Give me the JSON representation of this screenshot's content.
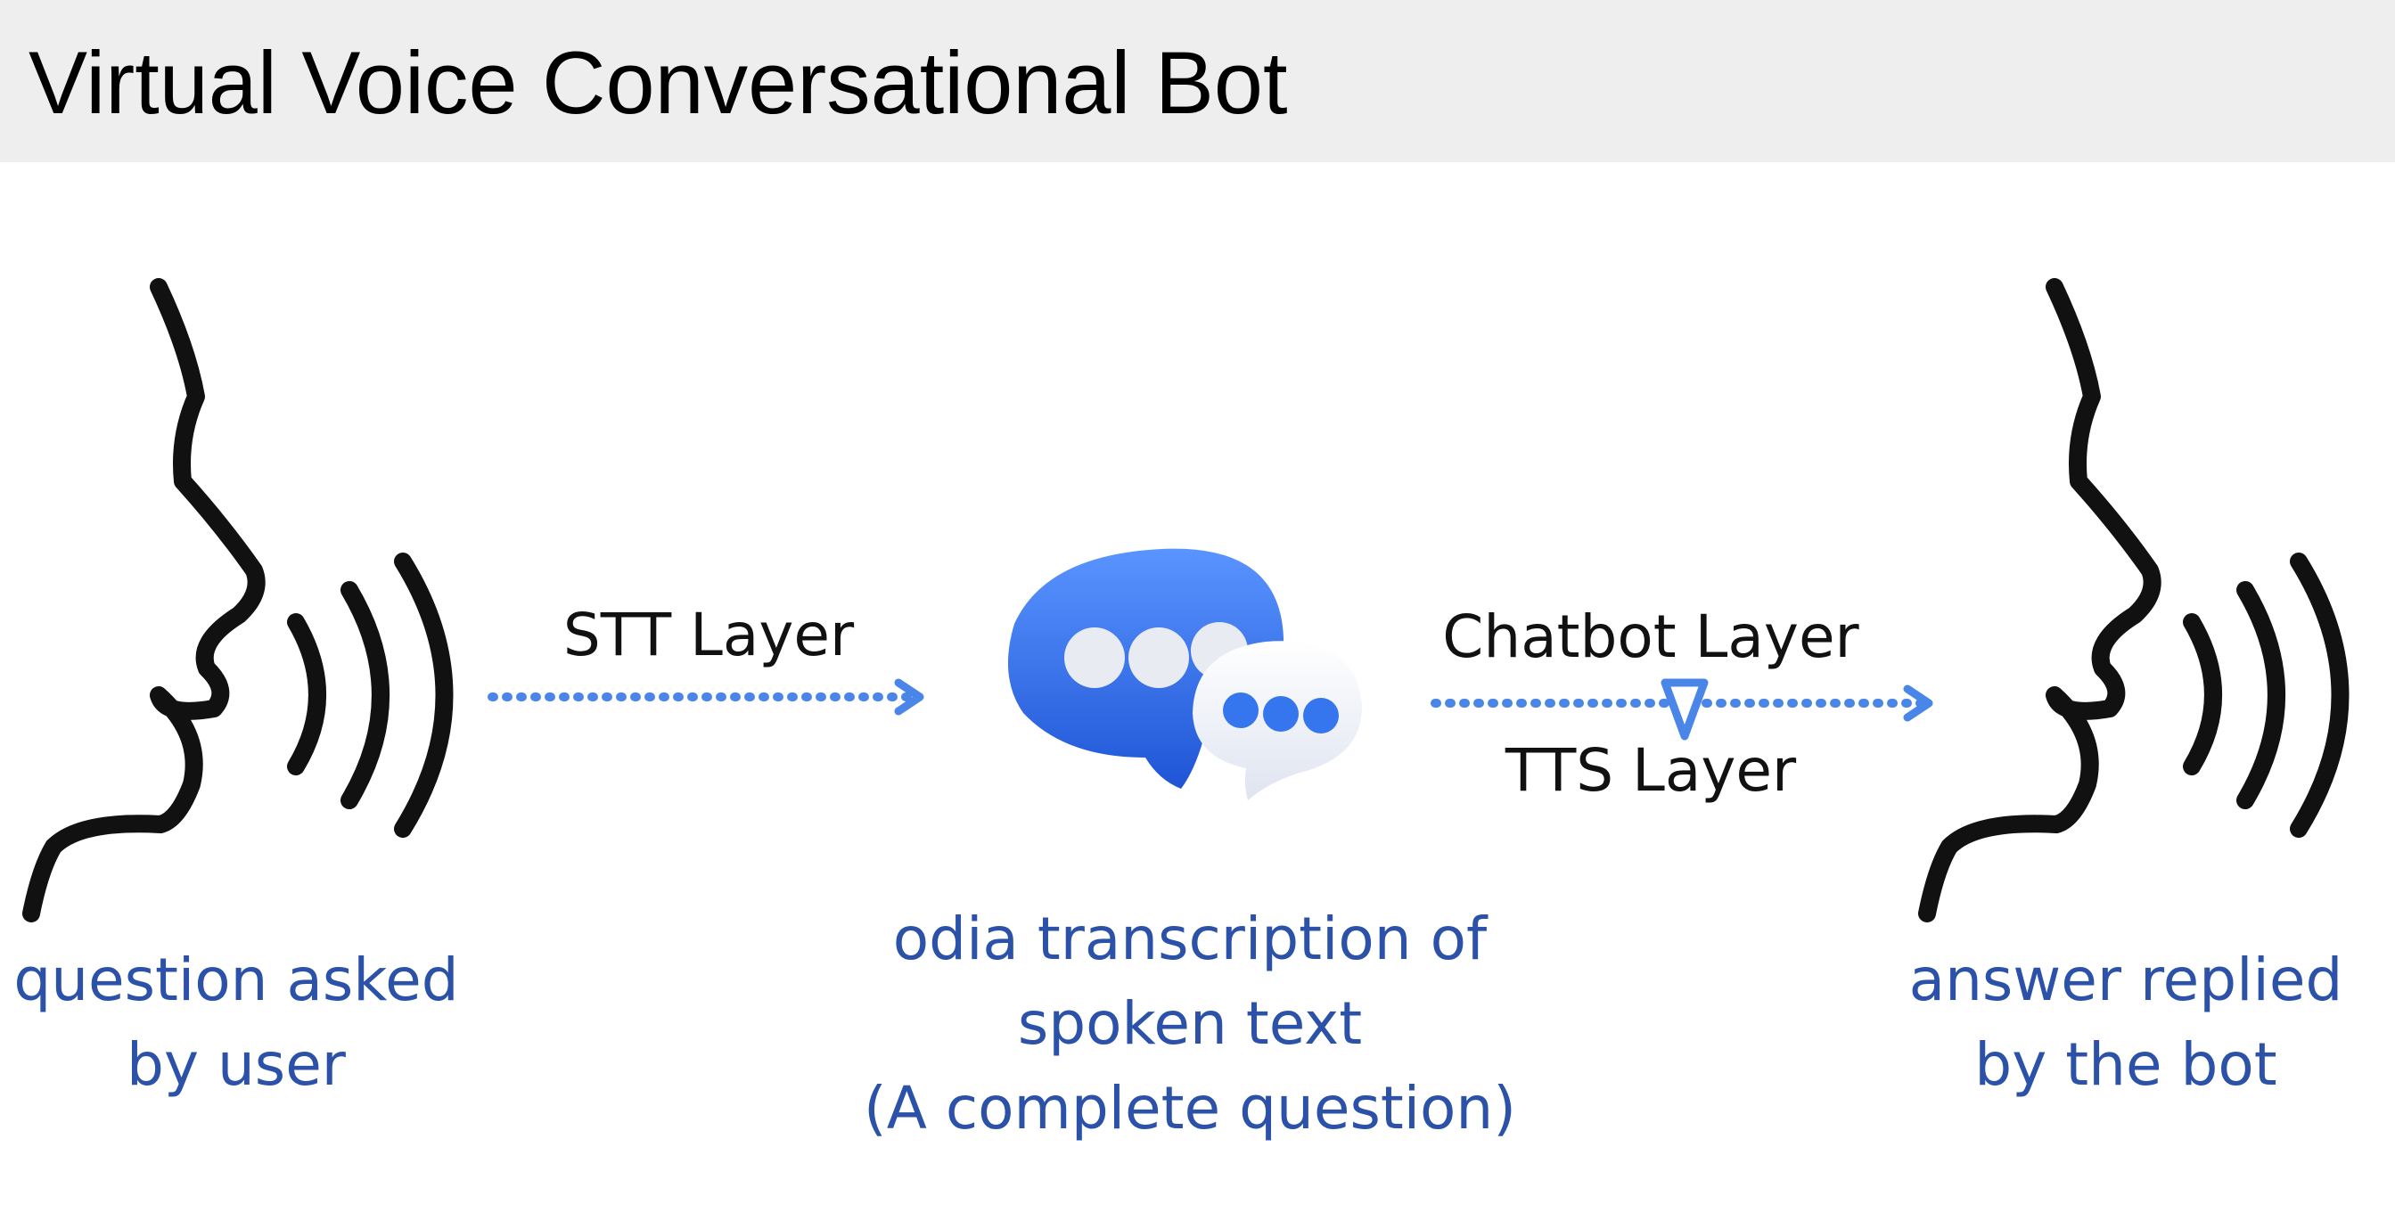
{
  "title": "Virtual Voice Conversational Bot",
  "flow": {
    "stt_label": "STT Layer",
    "chatbot_label": "Chatbot Layer",
    "tts_label": "TTS Layer"
  },
  "captions": {
    "user": [
      "question asked",
      "by user"
    ],
    "center": [
      "odia transcription of",
      "spoken text",
      "(A complete question)"
    ],
    "bot": [
      "answer replied",
      "by the bot"
    ]
  },
  "icons": {
    "left_head": "speaking-head-icon",
    "chat": "chat-bubbles-icon",
    "right_head": "speaking-head-icon"
  },
  "colors": {
    "title_bar": "#eeeeee",
    "arrow": "#4a86e8",
    "caption_text": "#2b52a8",
    "bubble_blue": "#2f6ff0",
    "bubble_white": "#eef1f8"
  }
}
